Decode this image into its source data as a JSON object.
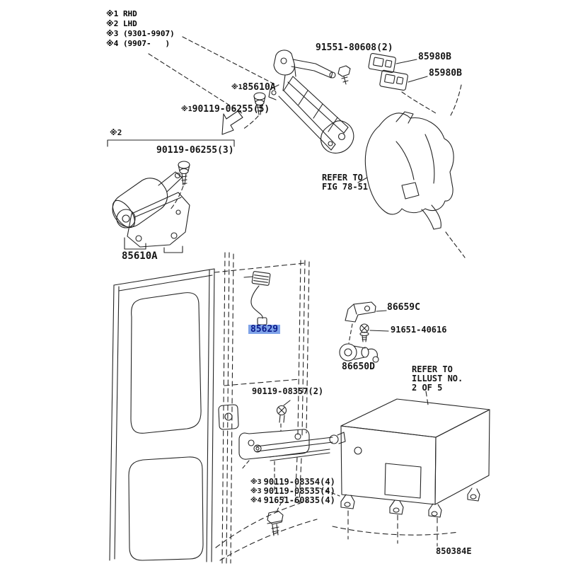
{
  "diagram": {
    "code": "850384E",
    "highlight_color": "#7fa3e8"
  },
  "legend": [
    "※1 RHD",
    "※2 LHD",
    "※3 (9301-9907)",
    "※4 (9907-   )"
  ],
  "parts": {
    "screw_91551_80608": "91551-80608(2)",
    "connector_85980b_upper": "85980B",
    "connector_85980b_lower": "85980B",
    "bracket_85610a_rhd_prefix": "※1",
    "bracket_85610a_rhd": "85610A",
    "screw_90119_06255_5_prefix": "※1",
    "screw_90119_06255_5": "90119-06255(5)",
    "section_lhd_marker": "※2",
    "screw_90119_06255_3": "90119-06255(3)",
    "motor_85610a_lhd": "85610A",
    "harness_85629": "85629",
    "bracket_86659c": "86659C",
    "screw_91651_40616": "91651-40616",
    "grommet_86650d": "86650D",
    "screw_90119_08357": "90119-08357(2)",
    "screw_90119_08354_prefix": "※3",
    "screw_90119_08354": "90119-08354(4)",
    "screw_90119_08535_prefix": "※3",
    "screw_90119_08535": "90119-08535(4)",
    "screw_91651_60835_prefix": "※4",
    "screw_91651_60835": "91651-60835(4)"
  },
  "notes": {
    "refer_fig": "REFER TO\nFIG 78-51",
    "refer_illust": "REFER TO\nILLUST NO.\n2 OF 5"
  }
}
